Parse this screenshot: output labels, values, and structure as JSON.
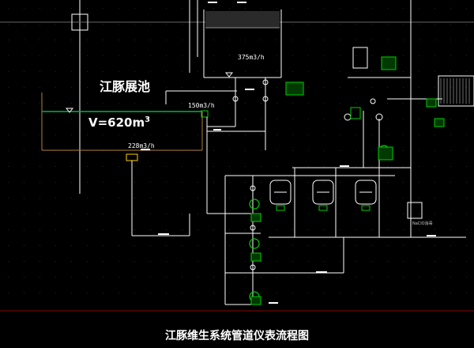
{
  "title": "江豚维生系统管道仪表流程图",
  "pool": {
    "name": "江豚展池",
    "volume_prefix": "V=620m",
    "volume_exp": "3"
  },
  "flows": {
    "inlet_to_pool": "150m3/h",
    "filter_inflow": "375m3/h",
    "pool_outflow": "228m3/h"
  },
  "device_label": "NaClO消毒",
  "colors": {
    "background": "#000000",
    "grid": "#1d2a1d",
    "pipe": "#ffffff",
    "water": "#00b050",
    "equipment": "#00d000",
    "axis": "#8a0000"
  }
}
